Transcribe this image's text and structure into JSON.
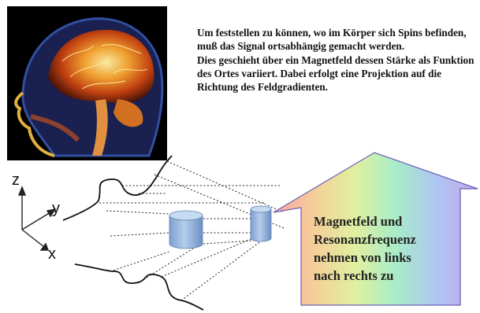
{
  "intro": {
    "paragraph_1": "Um feststellen zu können, wo im Körper sich Spins befinden, muß das Signal ortsabhängig gemacht werden.",
    "paragraph_2": "Dies geschieht über ein Magnetfeld dessen Stärke als Funktion des Ortes variiert. Dabei erfolgt eine Projektion auf die Richtung des Feldgradienten."
  },
  "axes": {
    "z": "z",
    "y": "y",
    "x": "x"
  },
  "arrow": {
    "lines": [
      "Magnetfeld und",
      "Resonanzfrequenz",
      "nehmen von links",
      "nach rechts zu"
    ]
  },
  "colors": {
    "cylinder": "#9ab8dc",
    "cylinder_edge": "#5a7fb0",
    "arrow_gradient": [
      "#f6a8a8",
      "#f4d59a",
      "#d8f0a0",
      "#a8e8c8",
      "#b0c8f0",
      "#c0a8e8"
    ]
  },
  "image": {
    "subject": "MRI sagittal head scan"
  }
}
